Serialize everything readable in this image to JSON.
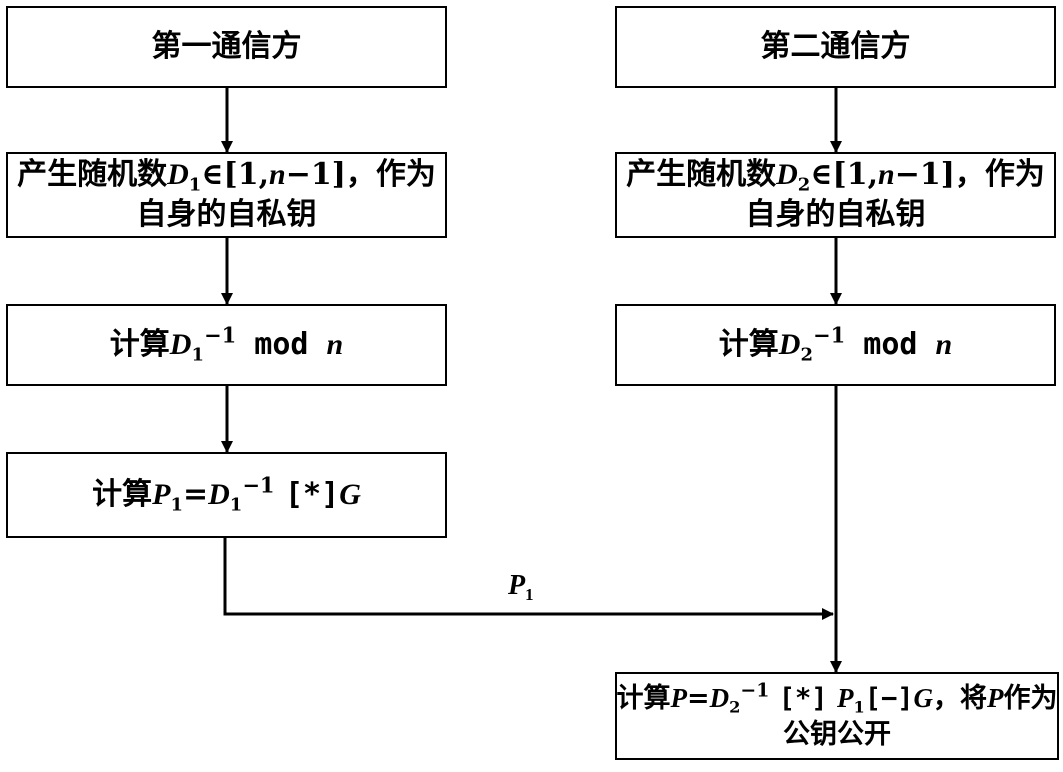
{
  "left": {
    "header": "第一通信方",
    "step1": {
      "prefix": "产生随机数",
      "var": "D",
      "sub": "1",
      "member": "∈",
      "range_open": "[1,",
      "range_var": "n",
      "range_close": "−1]",
      "suffix": "，作为",
      "line2": "自身的自私钥"
    },
    "step2": {
      "prefix": "计算",
      "var": "D",
      "sub": "1",
      "sup": "−1",
      "op": " mod ",
      "mod_var": "n"
    },
    "step3": {
      "prefix": "计算",
      "p_var": "P",
      "p_sub": "1",
      "eq": "=",
      "d_var": "D",
      "d_sub": "1",
      "d_sup": "−1",
      "op": "[*]",
      "g_var": "G"
    }
  },
  "right": {
    "header": "第二通信方",
    "step1": {
      "prefix": "产生随机数",
      "var": "D",
      "sub": "2",
      "member": "∈",
      "range_open": "[1,",
      "range_var": "n",
      "range_close": "−1]",
      "suffix": "，作为",
      "line2": "自身的自私钥"
    },
    "step2": {
      "prefix": "计算",
      "var": "D",
      "sub": "2",
      "sup": "−1",
      "op": " mod ",
      "mod_var": "n"
    },
    "step3": {
      "prefix": "计算",
      "p_var": "P",
      "eq": "=",
      "d_var": "D",
      "d_sub": "2",
      "d_sup": "−1",
      "op1": "[*]",
      "p1_var": "P",
      "p1_sub": "1",
      "op2": "[−]",
      "g_var": "G",
      "tail_a": "，将",
      "tail_var": "P",
      "tail_b": "作为",
      "line2": "公钥公开"
    }
  },
  "transfer": {
    "var": "P",
    "sub": "1"
  }
}
